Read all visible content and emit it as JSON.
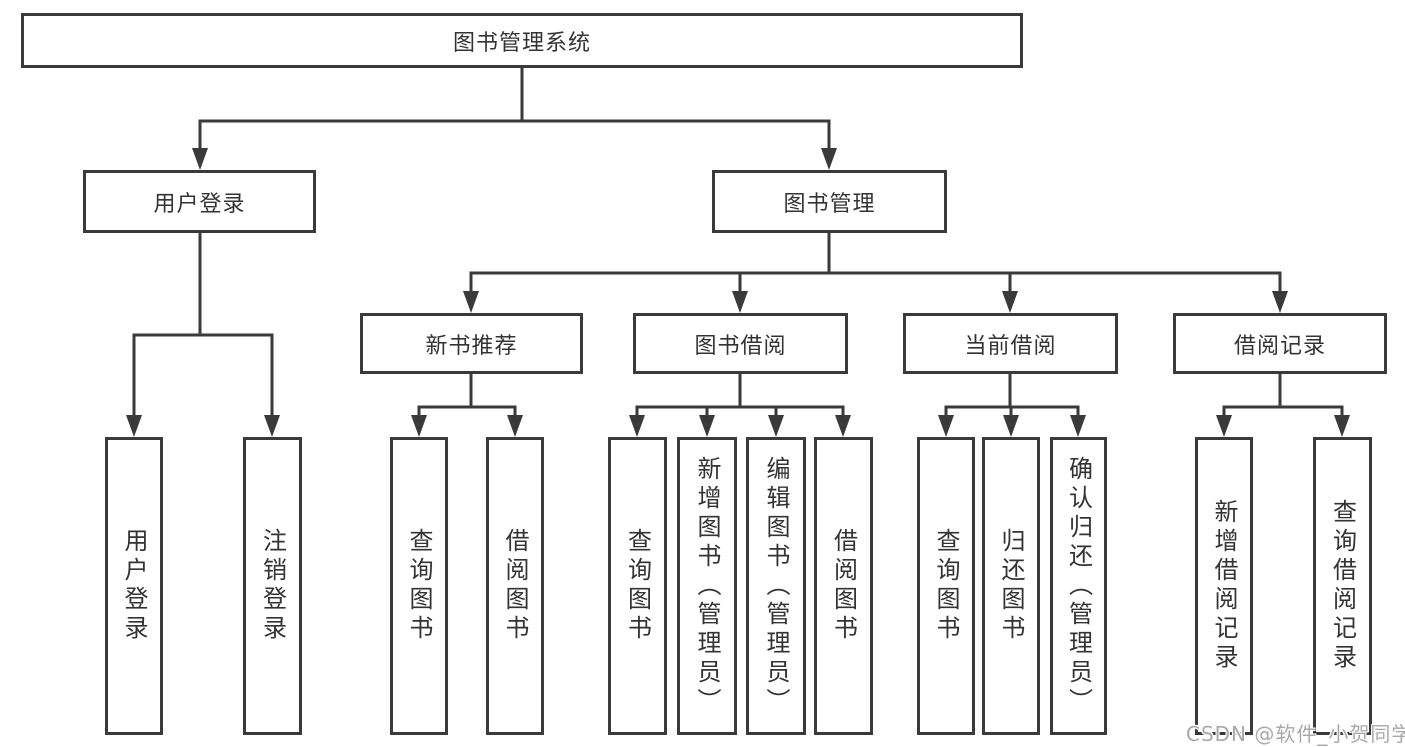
{
  "tree": {
    "root": "图书管理系统",
    "children": [
      {
        "label": "用户登录",
        "children": [
          "用户登录",
          "注销登录"
        ]
      },
      {
        "label": "图书管理",
        "children": [
          {
            "label": "新书推荐",
            "children": [
              "查询图书",
              "借阅图书"
            ]
          },
          {
            "label": "图书借阅",
            "children": [
              "查询图书",
              "新增图书（管理员）",
              "编辑图书（管理员）",
              "借阅图书"
            ]
          },
          {
            "label": "当前借阅",
            "children": [
              "查询图书",
              "归还图书",
              "确认归还（管理员）"
            ]
          },
          {
            "label": "借阅记录",
            "children": [
              "新增借阅记录",
              "查询借阅记录"
            ]
          }
        ]
      }
    ]
  },
  "watermark": {
    "text": "CSDN @软件_小贺同学"
  },
  "colors": {
    "line": "#3a3a3a",
    "text": "#333333",
    "watermark": "#a9a9a9",
    "background": "#ffffff"
  }
}
